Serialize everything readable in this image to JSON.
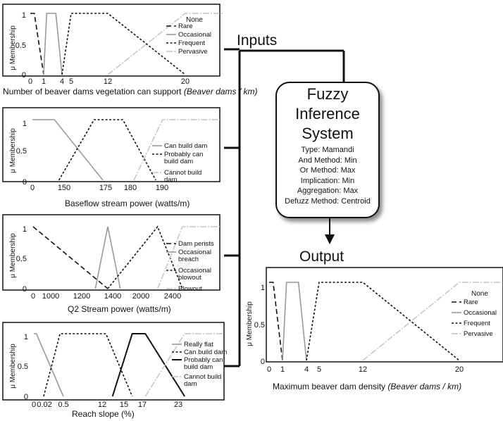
{
  "colors": {
    "line": "#111111",
    "grey": "#9a9a9a",
    "lightgrey": "#bdbdbd"
  },
  "labels": {
    "inputs": "Inputs",
    "output": "Output",
    "membership": "μ Membership"
  },
  "fis": {
    "title_lines": [
      "Fuzzy",
      "Inference",
      "System"
    ],
    "settings": [
      "Type: Mamandi",
      "And Method: Min",
      "Or Method: Max",
      "Implication: Min",
      "Aggregation: Max",
      "Defuzz Method: Centroid"
    ]
  },
  "chart_data": [
    {
      "id": "veg",
      "type": "line",
      "xlabel": "Number of beaver dams vegetation can support",
      "xlabel_units": "(Beaver dams / km)",
      "yticks": [
        "0",
        "0.5",
        "1"
      ],
      "xticks": [
        "0",
        "1",
        "4",
        "5",
        "12",
        "20"
      ],
      "xlim": [
        0,
        24
      ],
      "legend_title": "None",
      "series": [
        {
          "name": "Rare",
          "style": "dash",
          "points": [
            [
              0,
              1
            ],
            [
              0.3,
              1
            ],
            [
              1,
              0
            ]
          ]
        },
        {
          "name": "Occasional",
          "style": "grey",
          "points": [
            [
              1,
              0
            ],
            [
              1.5,
              1
            ],
            [
              3,
              1
            ],
            [
              4,
              0
            ]
          ]
        },
        {
          "name": "Frequent",
          "style": "dot",
          "points": [
            [
              4,
              0
            ],
            [
              5,
              1
            ],
            [
              12,
              1
            ],
            [
              20,
              0
            ]
          ]
        },
        {
          "name": "Pervasive",
          "style": "lightgrey",
          "points": [
            [
              12,
              0
            ],
            [
              20,
              1
            ],
            [
              24,
              1
            ]
          ]
        }
      ]
    },
    {
      "id": "baseflow",
      "type": "line",
      "xlabel": "Baseflow stream power (watts/m)",
      "xlabel_units": "",
      "yticks": [
        "0",
        "0.5",
        "1"
      ],
      "xticks": [
        "0",
        "150",
        "175",
        "180",
        "190"
      ],
      "xlim": [
        0,
        8.5
      ],
      "legend_title": "",
      "series": [
        {
          "name": "Can build dam",
          "style": "grey",
          "points": [
            [
              0,
              1
            ],
            [
              1,
              1
            ],
            [
              3.2,
              0
            ]
          ]
        },
        {
          "name": "Probably can build dam",
          "style": "dot",
          "points": [
            [
              1.2,
              0
            ],
            [
              2.8,
              1
            ],
            [
              4.1,
              1
            ],
            [
              5.6,
              0
            ]
          ]
        },
        {
          "name": "Cannot build dam",
          "style": "lightgrey",
          "points": [
            [
              4.6,
              0
            ],
            [
              5.9,
              1
            ],
            [
              8.5,
              1
            ]
          ]
        }
      ]
    },
    {
      "id": "q2",
      "type": "line",
      "xlabel": "Q2 Stream power (watts/m)",
      "xlabel_units": "",
      "yticks": [
        "0",
        "0.5",
        "1"
      ],
      "xticks": [
        "0",
        "1000",
        "1200",
        "1400",
        "2000",
        "2400"
      ],
      "xlim": [
        0,
        3000
      ],
      "legend_title": "",
      "series": [
        {
          "name": "Dam perists",
          "style": "dash",
          "points": [
            [
              0,
              1
            ],
            [
              1200,
              0
            ]
          ]
        },
        {
          "name": "Occasional breach",
          "style": "grey",
          "points": [
            [
              1000,
              0
            ],
            [
              1200,
              1
            ],
            [
              1400,
              0
            ]
          ]
        },
        {
          "name": "Occasional blowout",
          "style": "dot",
          "points": [
            [
              1200,
              0
            ],
            [
              2000,
              1
            ],
            [
              2400,
              0
            ]
          ]
        },
        {
          "name": "Blowout",
          "style": "lightgrey",
          "points": [
            [
              2000,
              0
            ],
            [
              2400,
              1
            ],
            [
              3000,
              1
            ]
          ]
        }
      ]
    },
    {
      "id": "slope",
      "type": "line",
      "xlabel": "Reach slope (%)",
      "xlabel_units": "",
      "yticks": [
        "0",
        "0.5",
        "1"
      ],
      "xticks": [
        "0",
        "0.02",
        "0.5",
        "12",
        "15",
        "17",
        "23"
      ],
      "xlim": [
        0,
        29
      ],
      "legend_title": "",
      "series": [
        {
          "name": "Really flat",
          "style": "grey",
          "points": [
            [
              0,
              1
            ],
            [
              0.4,
              1
            ],
            [
              4.5,
              0
            ]
          ]
        },
        {
          "name": "Can build dam",
          "style": "dot",
          "points": [
            [
              1.5,
              0
            ],
            [
              4,
              1
            ],
            [
              11,
              1
            ],
            [
              15,
              0
            ]
          ]
        },
        {
          "name": "Probably can build dam",
          "style": "solid",
          "points": [
            [
              12,
              0
            ],
            [
              15,
              1
            ],
            [
              17,
              1
            ],
            [
              23,
              0
            ]
          ]
        },
        {
          "name": "Cannot build dam",
          "style": "lightgrey",
          "points": [
            [
              17,
              0
            ],
            [
              23,
              1
            ],
            [
              29,
              1
            ]
          ]
        }
      ]
    },
    {
      "id": "output",
      "type": "line",
      "xlabel": "Maximum beaver dam density",
      "xlabel_units": "(Beaver dams / km)",
      "yticks": [
        "0",
        "0.5",
        "1"
      ],
      "xticks": [
        "0",
        "1",
        "4",
        "5",
        "12",
        "20"
      ],
      "xlim": [
        0,
        24
      ],
      "legend_title": "None",
      "series": [
        {
          "name": "Rare",
          "style": "dash",
          "points": [
            [
              0,
              1
            ],
            [
              0.3,
              1
            ],
            [
              1,
              0
            ]
          ]
        },
        {
          "name": "Occasional",
          "style": "grey",
          "points": [
            [
              1,
              0
            ],
            [
              1.5,
              1
            ],
            [
              3,
              1
            ],
            [
              4,
              0
            ]
          ]
        },
        {
          "name": "Frequent",
          "style": "dot",
          "points": [
            [
              4,
              0
            ],
            [
              5,
              1
            ],
            [
              12,
              1
            ],
            [
              20,
              0
            ]
          ]
        },
        {
          "name": "Pervasive",
          "style": "lightgrey",
          "points": [
            [
              12,
              0
            ],
            [
              20,
              1
            ],
            [
              24,
              1
            ]
          ]
        }
      ]
    }
  ]
}
